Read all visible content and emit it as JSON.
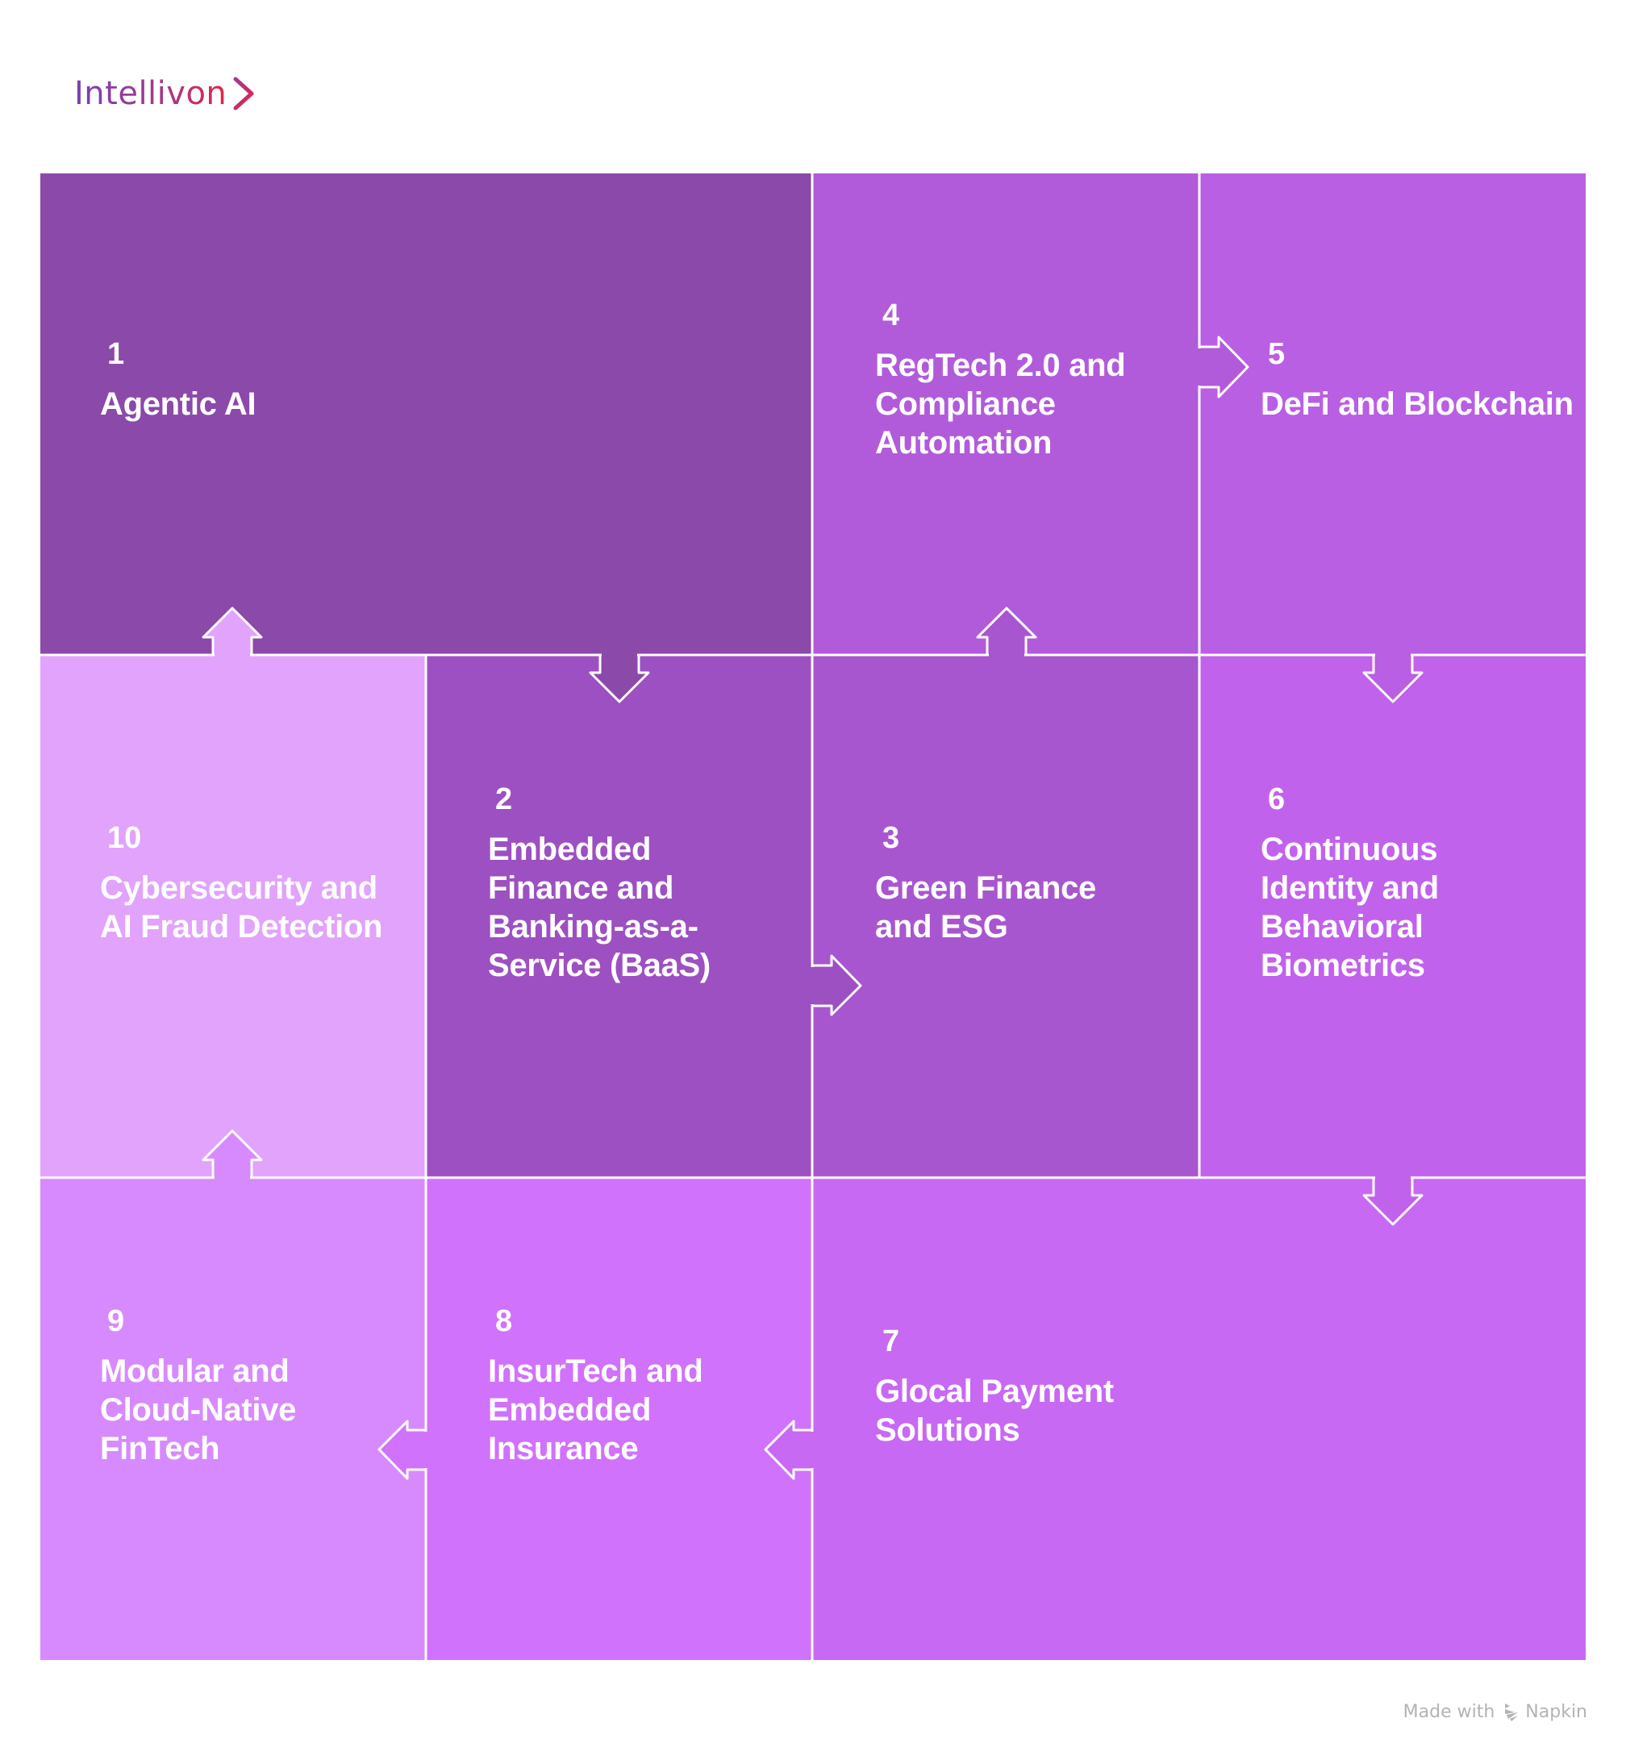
{
  "brand": {
    "name": "Intellivon",
    "chevron_icon": "chevron-right-icon",
    "gradient_start": "#7A3FB2",
    "gradient_end": "#E5234A"
  },
  "diagram": {
    "type": "puzzle-grid-flow",
    "divider_color": "#ffffff",
    "cells": [
      {
        "number": "1",
        "title": "Agentic AI",
        "color": "#8B49A9"
      },
      {
        "number": "2",
        "title": "Embedded\nFinance and\nBanking-as-a-\nService (BaaS)",
        "color": "#9C50C1"
      },
      {
        "number": "3",
        "title": "Green Finance\nand ESG",
        "color": "#A856CF"
      },
      {
        "number": "4",
        "title": "RegTech 2.0 and\nCompliance\nAutomation",
        "color": "#B15BDB"
      },
      {
        "number": "5",
        "title": "DeFi and Blockchain",
        "color": "#B95FE3"
      },
      {
        "number": "6",
        "title": "Continuous\nIdentity and\nBehavioral\nBiometrics",
        "color": "#C162EC"
      },
      {
        "number": "7",
        "title": "Glocal Payment\nSolutions",
        "color": "#C769F3"
      },
      {
        "number": "8",
        "title": "InsurTech and\nEmbedded\nInsurance",
        "color": "#D072FC"
      },
      {
        "number": "9",
        "title": "Modular and\nCloud-Native\nFinTech",
        "color": "#D78AFD"
      },
      {
        "number": "10",
        "title": "Cybersecurity and\nAI Fraud Detection",
        "color": "#E1A3FC"
      }
    ],
    "flow": [
      "1→2",
      "2→3",
      "3→4",
      "4→5",
      "5→6",
      "6→7",
      "7→8",
      "8→9",
      "9→10",
      "10→1"
    ]
  },
  "footer": {
    "made_with": "Made with",
    "brand": "Napkin",
    "icon": "napkin-logo-icon"
  }
}
